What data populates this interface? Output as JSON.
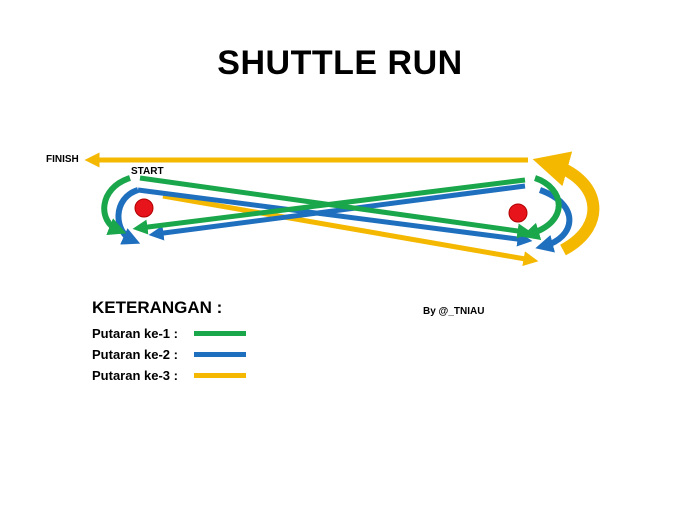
{
  "title": "SHUTTLE RUN",
  "labels": {
    "finish": "FINISH",
    "start": "START"
  },
  "legend": {
    "title": "KETERANGAN :",
    "items": [
      {
        "label": "Putaran ke-1 :",
        "color": "#1aa64b"
      },
      {
        "label": "Putaran ke-2 :",
        "color": "#1f6fbf"
      },
      {
        "label": "Putaran ke-3 :",
        "color": "#f5b800"
      }
    ]
  },
  "credit": "By @_TNIAU",
  "colors": {
    "marker": "#e8141b"
  }
}
